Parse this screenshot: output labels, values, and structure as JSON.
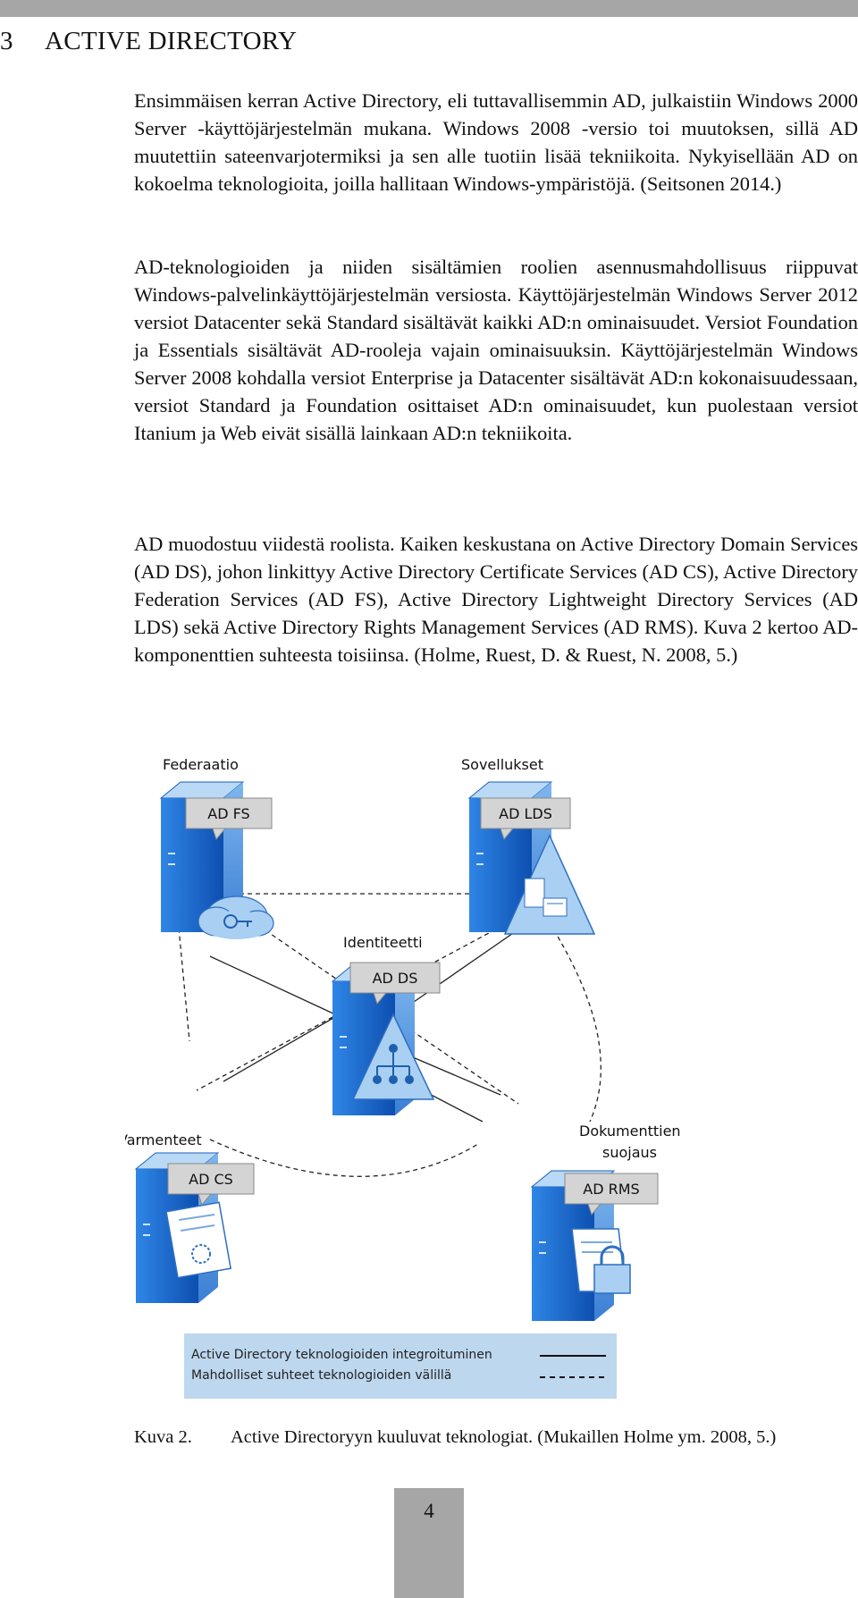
{
  "chapter": {
    "number": "3",
    "title": "ACTIVE DIRECTORY"
  },
  "paragraphs": [
    "Ensimmäisen kerran Active Directory, eli tuttavallisemmin AD, julkaistiin Windows 2000 Server -käyttöjärjestelmän mukana. Windows 2008 -versio toi muutoksen, sillä AD muutettiin sateenvarjotermiksi ja sen alle tuotiin lisää tekniikoita. Nykyisellään AD on kokoelma teknologioita, joilla hallitaan Windows-ympäristöjä. (Seitsonen 2014.)",
    "AD-teknologioiden ja niiden sisältämien roolien asennusmahdollisuus riippuvat Windows-palvelinkäyttöjärjestelmän versiosta. Käyttöjärjestelmän Windows Server 2012 versiot Datacenter sekä Standard sisältävät kaikki AD:n ominaisuudet. Versiot Foundation ja Essentials sisältävät AD-rooleja vajain ominaisuuksin. Käyttöjärjestelmän Windows Server 2008 kohdalla versiot Enterprise ja Datacenter sisältävät AD:n kokonaisuudessaan, versiot Standard ja Foundation osittaiset AD:n ominaisuudet, kun puolestaan versiot Itanium ja Web eivät sisällä lainkaan AD:n tekniikoita.",
    "AD muodostuu viidestä roolista. Kaiken keskustana on Active Directory Domain Services (AD DS), johon linkittyy Active Directory Certificate Services (AD CS), Active Directory Federation Services (AD FS), Active Directory Lightweight Directory Services (AD LDS) sekä Active Directory Rights Management Services (AD RMS). Kuva 2 kertoo AD-komponenttien suhteesta toisiinsa. (Holme, Ruest, D. & Ruest, N. 2008, 5.)"
  ],
  "figure": {
    "nodes": {
      "federation": {
        "title": "Federaatio",
        "tag": "AD FS"
      },
      "applications": {
        "title": "Sovellukset",
        "tag": "AD LDS"
      },
      "identity": {
        "title": "Identiteetti",
        "tag": "AD DS"
      },
      "certificates": {
        "title": "Varmenteet",
        "tag": "AD CS"
      },
      "rights_title_line1": "Dokumenttien",
      "rights_title_line2": "suojaus",
      "rights_tag": "AD RMS"
    },
    "legend": {
      "solid": "Active Directory teknologioiden integroituminen",
      "dashed": "Mahdolliset suhteet teknologioiden välillä"
    }
  },
  "caption": {
    "label": "Kuva 2.",
    "text": "Active Directoryyn kuuluvat teknologiat. (Mukaillen Holme ym. 2008, 5.)"
  },
  "page_number": "4",
  "colors": {
    "page_bars": "#a6a6a6",
    "server_blue": "#1e6fd0",
    "server_light": "#9cc8f0",
    "callout_fill": "#d4d4d4",
    "legend_fill": "#bdd7ee"
  }
}
